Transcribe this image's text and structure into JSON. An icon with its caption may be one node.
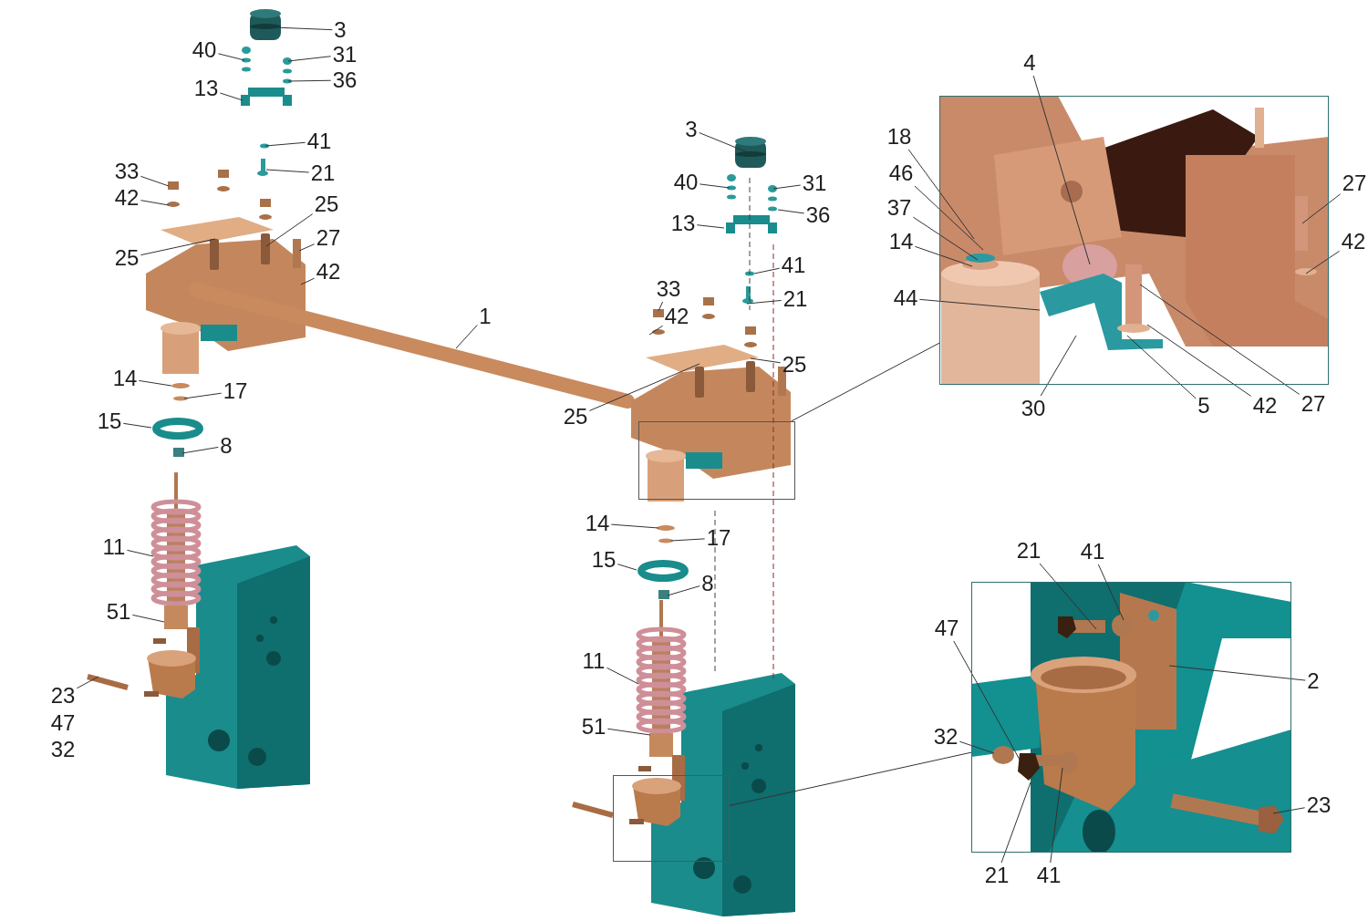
{
  "diagram": {
    "nodes": [
      {
        "text": [
          "3"
        ]
      },
      {
        "text": [
          "40"
        ]
      },
      {
        "text": [
          "31"
        ]
      },
      {
        "text": [
          "36"
        ]
      },
      {
        "text": [
          "13"
        ]
      },
      {
        "text": [
          "4"
        ]
      },
      {
        "text": [
          "3"
        ]
      },
      {
        "text": [
          "18"
        ]
      },
      {
        "text": [
          "41"
        ]
      },
      {
        "text": [
          "21"
        ]
      },
      {
        "text": [
          "33"
        ]
      },
      {
        "text": [
          "46"
        ]
      },
      {
        "text": [
          "40"
        ]
      },
      {
        "text": [
          "31"
        ]
      },
      {
        "text": [
          "27"
        ]
      },
      {
        "text": [
          "42"
        ]
      },
      {
        "text": [
          "25"
        ]
      },
      {
        "text": [
          "37"
        ]
      },
      {
        "text": [
          "36"
        ]
      },
      {
        "text": [
          "13"
        ]
      },
      {
        "text": [
          "27"
        ]
      },
      {
        "text": [
          "14"
        ]
      },
      {
        "text": [
          "42"
        ]
      },
      {
        "text": [
          "25"
        ]
      },
      {
        "text": [
          "41"
        ]
      },
      {
        "text": [
          "42"
        ]
      },
      {
        "text": [
          "33"
        ]
      },
      {
        "text": [
          "21"
        ]
      },
      {
        "text": [
          "44"
        ]
      },
      {
        "text": [
          "1"
        ]
      },
      {
        "text": [
          "42"
        ]
      },
      {
        "text": [
          "25"
        ]
      },
      {
        "text": [
          "14"
        ]
      },
      {
        "text": [
          "17"
        ]
      },
      {
        "text": [
          "5"
        ]
      },
      {
        "text": [
          "30"
        ]
      },
      {
        "text": [
          "42"
        ]
      },
      {
        "text": [
          "27"
        ]
      },
      {
        "text": [
          "25"
        ]
      },
      {
        "text": [
          "15"
        ]
      },
      {
        "text": [
          "8"
        ]
      },
      {
        "text": [
          "14"
        ]
      },
      {
        "text": [
          "17"
        ]
      },
      {
        "text": [
          "11"
        ]
      },
      {
        "text": [
          "21"
        ]
      },
      {
        "text": [
          "41"
        ]
      },
      {
        "text": [
          "15"
        ]
      },
      {
        "text": [
          "8"
        ]
      },
      {
        "text": [
          "51"
        ]
      },
      {
        "text": [
          "47"
        ]
      },
      {
        "text": [
          "11"
        ]
      },
      {
        "text": [
          "2"
        ]
      },
      {
        "text": [
          "23"
        ]
      },
      {
        "text": [
          "51"
        ]
      },
      {
        "text": [
          "32"
        ]
      },
      {
        "text": [
          "23"
        ]
      },
      {
        "text": [
          "21"
        ]
      },
      {
        "text": [
          "41"
        ]
      },
      {
        "text": [],
        "shape": "box"
      },
      {
        "text": [],
        "shape": "box"
      },
      {
        "text": [],
        "shape": "box"
      },
      {
        "text": [],
        "shape": "box"
      }
    ],
    "edges": [
      {
        "from": 0,
        "to": null,
        "arrow": "none"
      },
      {
        "from": 1,
        "to": null,
        "arrow": "none"
      },
      {
        "from": 2,
        "to": null,
        "arrow": "none"
      },
      {
        "from": 3,
        "to": null,
        "arrow": "none"
      },
      {
        "from": 4,
        "to": null,
        "arrow": "none"
      },
      {
        "from": 5,
        "to": 59,
        "arrow": "none"
      },
      {
        "from": 6,
        "to": null,
        "arrow": "none"
      },
      {
        "from": 7,
        "to": 59,
        "arrow": "none"
      },
      {
        "from": 8,
        "to": null,
        "arrow": "none"
      },
      {
        "from": 9,
        "to": null,
        "arrow": "none"
      },
      {
        "from": 10,
        "to": null,
        "arrow": "none"
      },
      {
        "from": 11,
        "to": 59,
        "arrow": "none"
      },
      {
        "from": 12,
        "to": null,
        "arrow": "none"
      },
      {
        "from": 13,
        "to": null,
        "arrow": "none"
      },
      {
        "from": 14,
        "to": 59,
        "arrow": "none"
      },
      {
        "from": 15,
        "to": null,
        "arrow": "none"
      },
      {
        "from": 16,
        "to": null,
        "arrow": "none"
      },
      {
        "from": 17,
        "to": 59,
        "arrow": "none"
      },
      {
        "from": 18,
        "to": null,
        "arrow": "none"
      },
      {
        "from": 19,
        "to": null,
        "arrow": "none"
      },
      {
        "from": 20,
        "to": null,
        "arrow": "none"
      },
      {
        "from": 21,
        "to": 59,
        "arrow": "none"
      },
      {
        "from": 22,
        "to": 59,
        "arrow": "none"
      },
      {
        "from": 23,
        "to": null,
        "arrow": "none"
      },
      {
        "from": 24,
        "to": null,
        "arrow": "none"
      },
      {
        "from": 25,
        "to": null,
        "arrow": "none"
      },
      {
        "from": 26,
        "to": null,
        "arrow": "none"
      },
      {
        "from": 27,
        "to": null,
        "arrow": "none"
      },
      {
        "from": 28,
        "to": 59,
        "arrow": "none"
      },
      {
        "from": 29,
        "to": null,
        "arrow": "none"
      },
      {
        "from": 30,
        "to": null,
        "arrow": "none"
      },
      {
        "from": 31,
        "to": null,
        "arrow": "none"
      },
      {
        "from": 32,
        "to": null,
        "arrow": "none"
      },
      {
        "from": 33,
        "to": null,
        "arrow": "none"
      },
      {
        "from": 34,
        "to": 59,
        "arrow": "none"
      },
      {
        "from": 35,
        "to": 59,
        "arrow": "none"
      },
      {
        "from": 36,
        "to": 59,
        "arrow": "none"
      },
      {
        "from": 37,
        "to": 59,
        "arrow": "none"
      },
      {
        "from": 38,
        "to": null,
        "arrow": "none"
      },
      {
        "from": 39,
        "to": null,
        "arrow": "none"
      },
      {
        "from": 40,
        "to": null,
        "arrow": "none"
      },
      {
        "from": 41,
        "to": null,
        "arrow": "none"
      },
      {
        "from": 42,
        "to": null,
        "arrow": "none"
      },
      {
        "from": 43,
        "to": null,
        "arrow": "none"
      },
      {
        "from": 44,
        "to": 61,
        "arrow": "none"
      },
      {
        "from": 45,
        "to": 61,
        "arrow": "none"
      },
      {
        "from": 46,
        "to": null,
        "arrow": "none"
      },
      {
        "from": 47,
        "to": null,
        "arrow": "none"
      },
      {
        "from": 48,
        "to": null,
        "arrow": "none"
      },
      {
        "from": 49,
        "to": 61,
        "arrow": "none"
      },
      {
        "from": 50,
        "to": null,
        "arrow": "none"
      },
      {
        "from": 51,
        "to": 61,
        "arrow": "none"
      },
      {
        "from": 52,
        "to": null,
        "arrow": "none"
      },
      {
        "from": 53,
        "to": null,
        "arrow": "none"
      },
      {
        "from": 54,
        "to": 61,
        "arrow": "none"
      },
      {
        "from": 55,
        "to": 61,
        "arrow": "none"
      },
      {
        "from": 56,
        "to": 61,
        "arrow": "none"
      },
      {
        "from": 57,
        "to": 61,
        "arrow": "none"
      },
      {
        "from": 58,
        "to": 59,
        "arrow": "none"
      },
      {
        "from": 60,
        "to": 61,
        "arrow": "none"
      }
    ],
    "labels": [
      "47",
      "32"
    ]
  }
}
